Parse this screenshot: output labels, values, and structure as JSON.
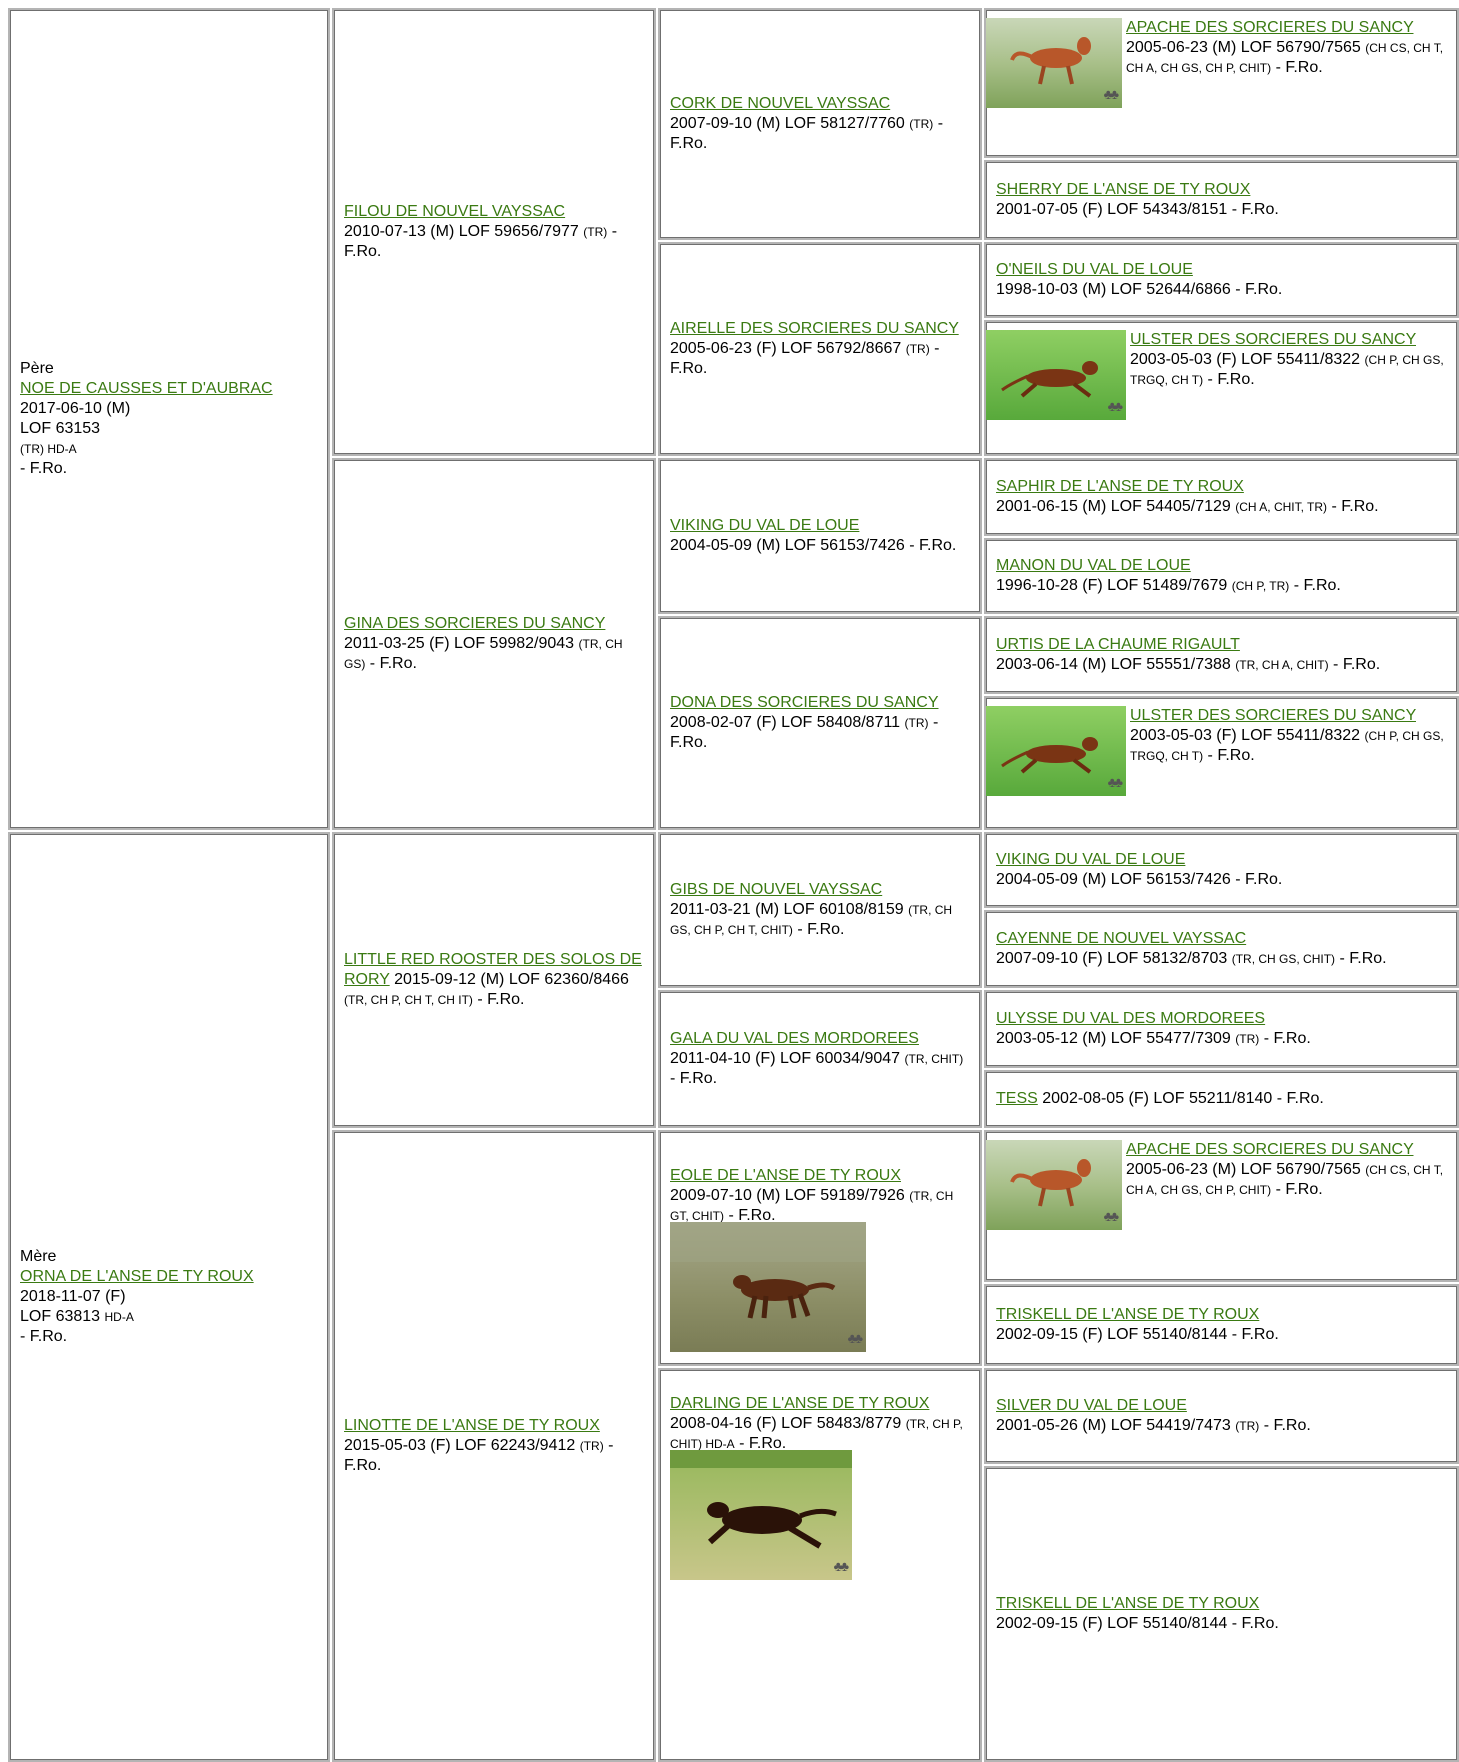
{
  "g1": {
    "sire": {
      "role": "Père",
      "name": "NOE DE CAUSSES ET D'AUBRAC",
      "date": "2017-06-10 (M)",
      "lof": "LOF 63153",
      "tags": "(TR) HD-A",
      "suffix": "- F.Ro."
    },
    "dam": {
      "role": "Mère",
      "name": "ORNA DE L'ANSE DE TY ROUX",
      "date": "2018-11-07 (F)",
      "lof": "LOF 63813",
      "tags": "HD-A",
      "suffix": "- F.Ro."
    }
  },
  "g2": [
    {
      "name": "FILOU DE NOUVEL VAYSSAC",
      "info": "2010-07-13 (M) LOF 59656/7977",
      "tags": "(TR)",
      "suffix": " - F.Ro."
    },
    {
      "name": "GINA DES SORCIERES DU SANCY",
      "info": "2011-03-25 (F) LOF 59982/9043",
      "tags": "(TR, CH GS)",
      "suffix": " - F.Ro."
    },
    {
      "name": "LITTLE RED ROOSTER DES SOLOS DE RORY",
      "info": " 2015-09-12 (M) LOF 62360/8466",
      "tags": "(TR, CH P, CH T, CH IT)",
      "suffix": " - F.Ro."
    },
    {
      "name": "LINOTTE DE L'ANSE DE TY ROUX",
      "info": "2015-05-03 (F) LOF 62243/9412",
      "tags": "(TR)",
      "suffix": " - F.Ro."
    }
  ],
  "g3": [
    {
      "name": "CORK DE NOUVEL VAYSSAC",
      "info": "2007-09-10 (M) LOF 58127/7760",
      "tags": "(TR)",
      "suffix": " - F.Ro."
    },
    {
      "name": "AIRELLE DES SORCIERES DU SANCY",
      "info": " 2005-06-23 (F) LOF 56792/8667",
      "tags": "(TR)",
      "suffix": " - F.Ro."
    },
    {
      "name": "VIKING DU VAL DE LOUE",
      "info": "2004-05-09 (M) LOF 56153/7426",
      "tags": "",
      "suffix": " - F.Ro."
    },
    {
      "name": "DONA DES SORCIERES DU SANCY",
      "info": "2008-02-07 (F) LOF 58408/8711",
      "tags": "(TR)",
      "suffix": " - F.Ro."
    },
    {
      "name": "GIBS DE NOUVEL VAYSSAC",
      "info": "2011-03-21 (M) LOF 60108/8159",
      "tags": "(TR, CH GS, CH P, CH T, CHIT)",
      "suffix": " - F.Ro."
    },
    {
      "name": "GALA DU VAL DES MORDOREES",
      "info": "2011-04-10 (F) LOF 60034/9047",
      "tags": "(TR, CHIT)",
      "suffix": " - F.Ro."
    },
    {
      "name": "EOLE DE L'ANSE DE TY ROUX",
      "info": "2009-07-10 (M) LOF 59189/7926",
      "tags": "(TR, CH GT, CHIT)",
      "suffix": " - F.Ro."
    },
    {
      "name": "DARLING DE L'ANSE DE TY ROUX",
      "info": "2008-04-16 (F) LOF 58483/8779",
      "tags": "(TR, CH P, CHIT) HD-A",
      "suffix": " - F.Ro."
    }
  ],
  "g4": [
    {
      "name": "APACHE DES SORCIERES DU SANCY",
      "info": " 2005-06-23 (M) LOF 56790/7565",
      "tags": "(CH CS, CH T, CH A, CH GS, CH P, CHIT)",
      "suffix": " - F.Ro."
    },
    {
      "name": "SHERRY DE L'ANSE DE TY ROUX",
      "info": "2001-07-05 (F) LOF 54343/8151",
      "tags": "",
      "suffix": " - F.Ro."
    },
    {
      "name": "O'NEILS DU VAL DE LOUE",
      "info": "1998-10-03 (M) LOF 52644/6866",
      "tags": "",
      "suffix": " - F.Ro."
    },
    {
      "name": "ULSTER DES SORCIERES DU SANCY",
      "info": " 2003-05-03 (F) LOF 55411/8322",
      "tags": "(CH P, CH GS, TRGQ, CH T)",
      "suffix": " - F.Ro."
    },
    {
      "name": "SAPHIR DE L'ANSE DE TY ROUX",
      "info": "2001-06-15 (M) LOF 54405/7129",
      "tags": "(CH A, CHIT, TR)",
      "suffix": " - F.Ro."
    },
    {
      "name": "MANON DU VAL DE LOUE",
      "info": "1996-10-28 (F) LOF 51489/7679",
      "tags": "(CH P, TR)",
      "suffix": " - F.Ro."
    },
    {
      "name": "URTIS DE LA CHAUME RIGAULT",
      "info": "2003-06-14 (M) LOF 55551/7388",
      "tags": "(TR, CH A, CHIT)",
      "suffix": " - F.Ro."
    },
    {
      "name": "ULSTER DES SORCIERES DU SANCY",
      "info": " 2003-05-03 (F) LOF 55411/8322",
      "tags": "(CH P, CH GS, TRGQ, CH T)",
      "suffix": " - F.Ro."
    },
    {
      "name": "VIKING DU VAL DE LOUE",
      "info": "2004-05-09 (M) LOF 56153/7426",
      "tags": "",
      "suffix": " - F.Ro."
    },
    {
      "name": "CAYENNE DE NOUVEL VAYSSAC",
      "info": "2007-09-10 (F) LOF 58132/8703",
      "tags": "(TR, CH GS, CHIT)",
      "suffix": " - F.Ro."
    },
    {
      "name": "ULYSSE DU VAL DES MORDOREES",
      "info": "2003-05-12 (M) LOF 55477/7309",
      "tags": "(TR)",
      "suffix": " - F.Ro."
    },
    {
      "name": "TESS",
      "info": " 2002-08-05 (F) LOF 55211/8140",
      "tags": "",
      "suffix": " - F.Ro."
    },
    {
      "name": "APACHE DES SORCIERES DU SANCY",
      "info": " 2005-06-23 (M) LOF 56790/7565",
      "tags": "(CH CS, CH T, CH A, CH GS, CH P, CHIT)",
      "suffix": " - F.Ro."
    },
    {
      "name": "TRISKELL DE L'ANSE DE TY ROUX",
      "info": "2002-09-15 (F) LOF 55140/8144",
      "tags": "",
      "suffix": " - F.Ro."
    },
    {
      "name": "SILVER DU VAL DE LOUE",
      "info": "2001-05-26 (M) LOF 54419/7473",
      "tags": "(TR)",
      "suffix": " - F.Ro."
    },
    {
      "name": "TRISKELL DE L'ANSE DE TY ROUX",
      "info": "2002-09-15 (F) LOF 55140/8144",
      "tags": "",
      "suffix": " - F.Ro."
    }
  ],
  "colors": {
    "link": "#3a7a12",
    "border": "#b4b4b4"
  },
  "photo_mark": "♣♣"
}
